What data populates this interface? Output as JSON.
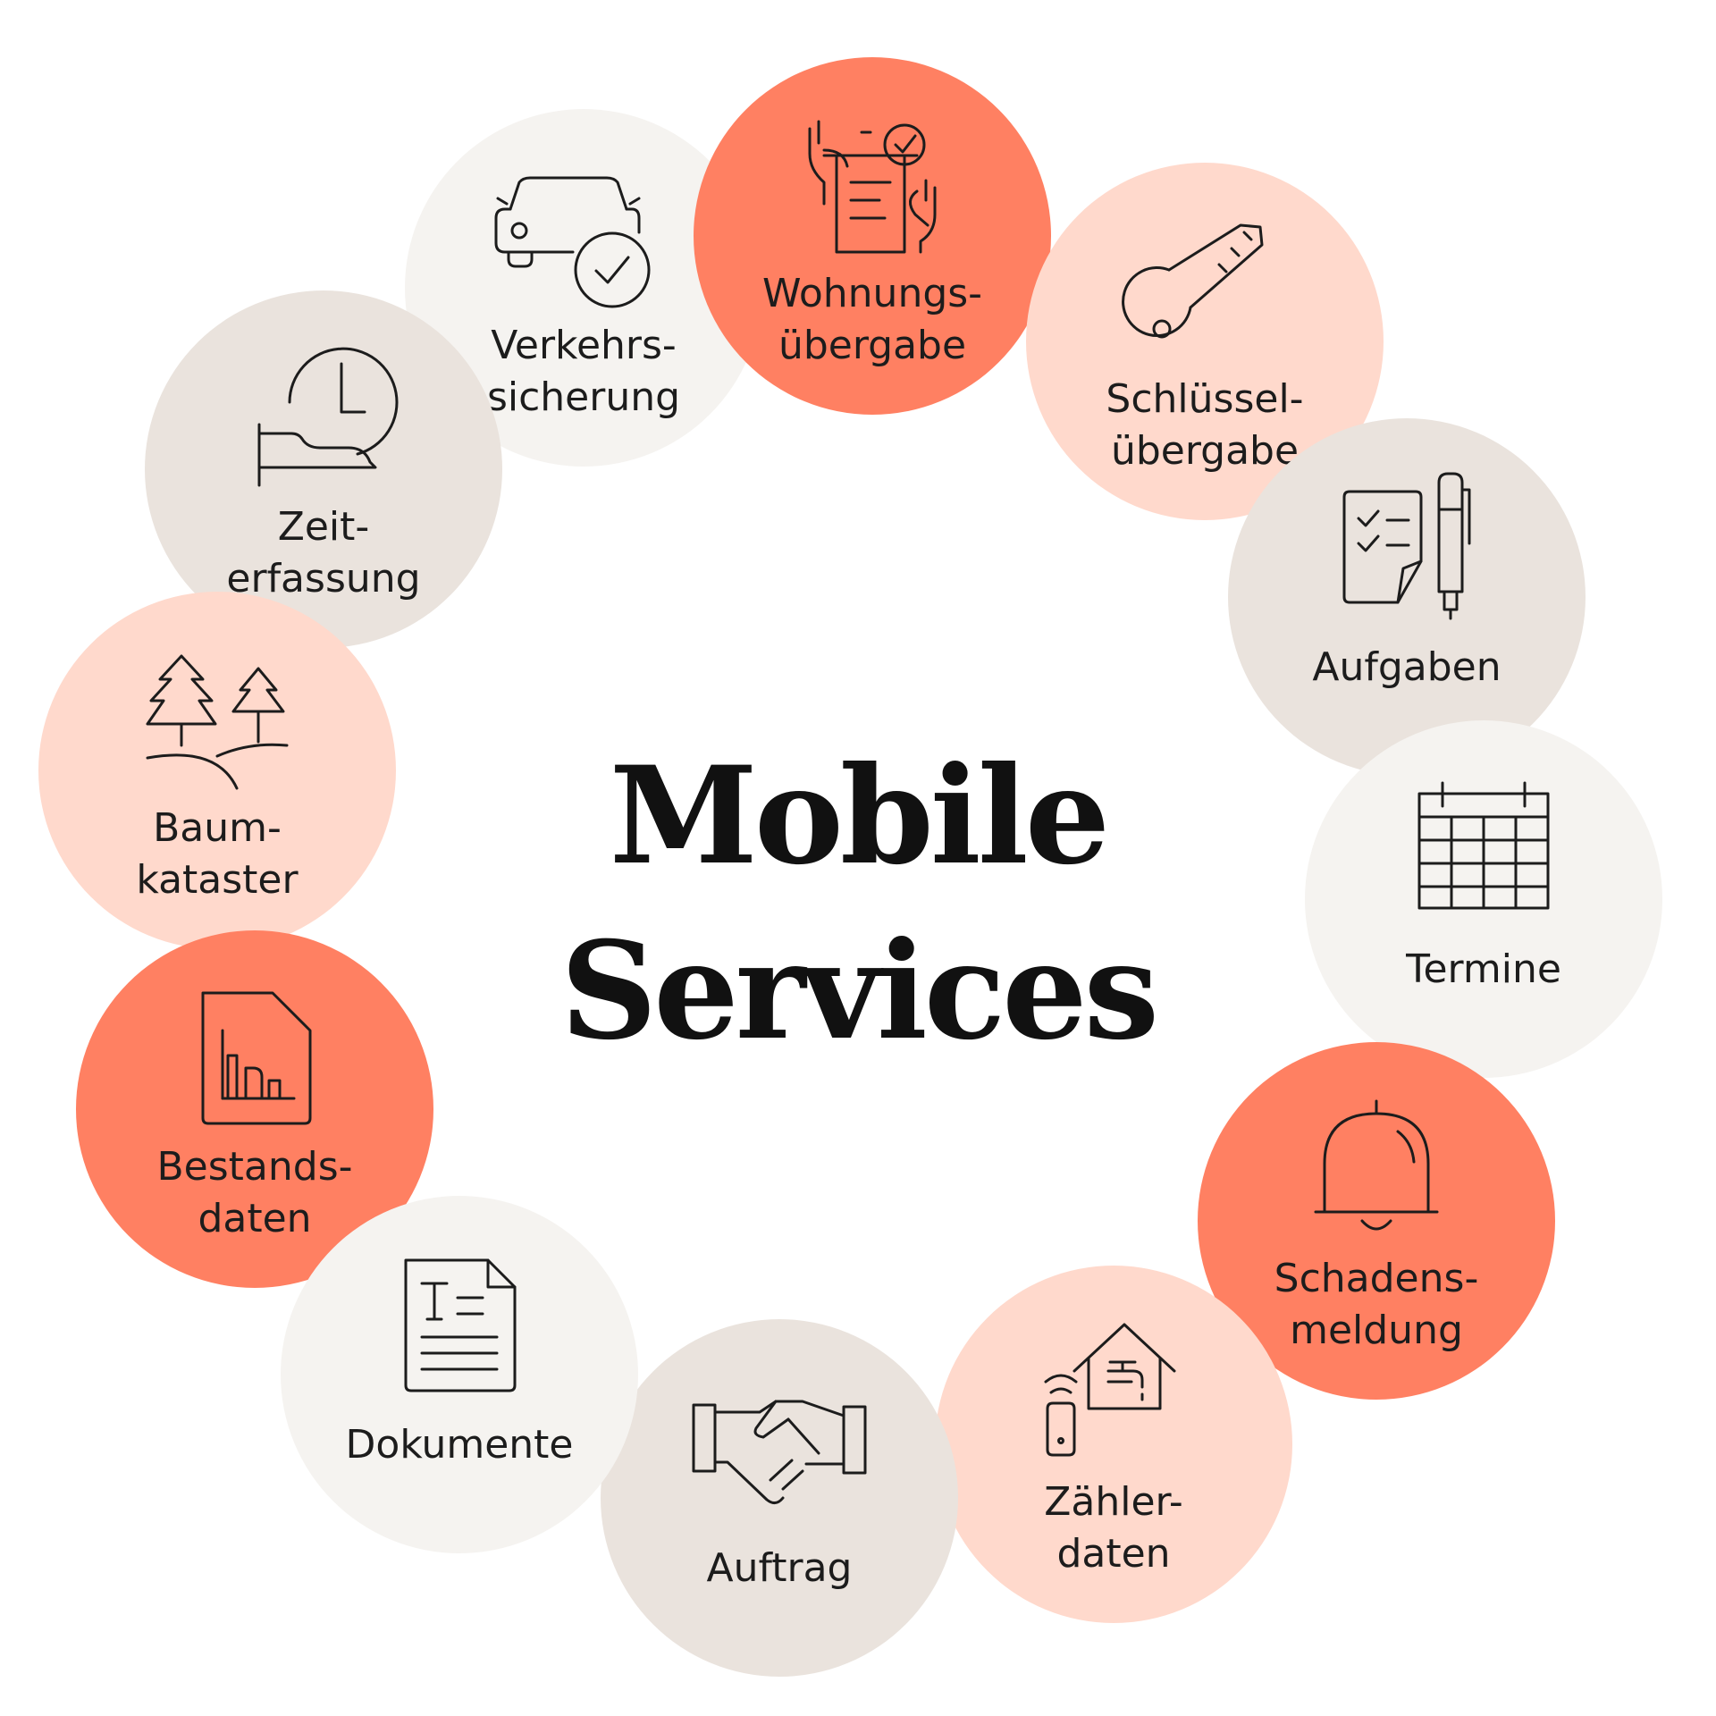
{
  "title": {
    "line1": "Mobile",
    "line2": "Services"
  },
  "colors": {
    "coral": "#FF8062",
    "peach": "#FFD9CC",
    "taupe": "#EAE3DD",
    "cream": "#F5F3F0",
    "ink": "#1c1c1c"
  },
  "nodes": {
    "wohnung": {
      "line1": "Wohnungs-",
      "line2": "übergabe",
      "icon": "handover-document-icon",
      "color": "#FF8062"
    },
    "schluessel": {
      "line1": "Schlüssel-",
      "line2": "übergabe",
      "icon": "key-icon",
      "color": "#FFD9CC"
    },
    "aufgaben": {
      "line1": "Aufgaben",
      "line2": "",
      "icon": "checklist-pen-icon",
      "color": "#EAE3DD"
    },
    "termine": {
      "line1": "Termine",
      "line2": "",
      "icon": "calendar-icon",
      "color": "#F5F3F0"
    },
    "schaden": {
      "line1": "Schadens-",
      "line2": "meldung",
      "icon": "bell-icon",
      "color": "#FF8062"
    },
    "zaehler": {
      "line1": "Zähler-",
      "line2": "daten",
      "icon": "smart-meter-house-icon",
      "color": "#FFD9CC"
    },
    "auftrag": {
      "line1": "Auftrag",
      "line2": "",
      "icon": "handshake-icon",
      "color": "#EAE3DD"
    },
    "dokumente": {
      "line1": "Dokumente",
      "line2": "",
      "icon": "document-icon",
      "color": "#F5F3F0"
    },
    "bestand": {
      "line1": "Bestands-",
      "line2": "daten",
      "icon": "bar-chart-file-icon",
      "color": "#FF8062"
    },
    "baum": {
      "line1": "Baum-",
      "line2": "kataster",
      "icon": "trees-icon",
      "color": "#FFD9CC"
    },
    "zeit": {
      "line1": "Zeit-",
      "line2": "erfassung",
      "icon": "clock-hand-icon",
      "color": "#EAE3DD"
    },
    "verkehr": {
      "line1": "Verkehrs-",
      "line2": "sicherung",
      "icon": "car-check-icon",
      "color": "#F5F3F0"
    }
  }
}
